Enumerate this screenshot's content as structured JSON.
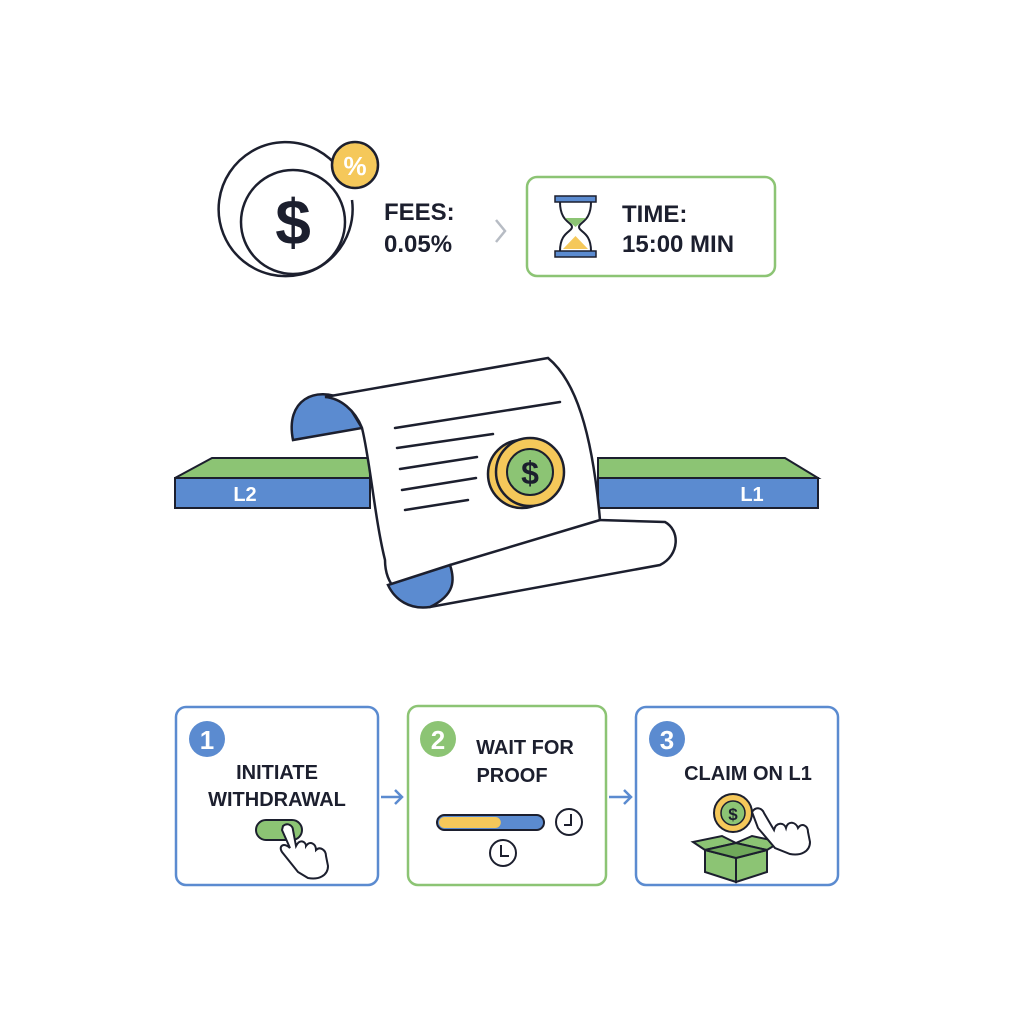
{
  "colors": {
    "blue": "#5b8bd0",
    "green": "#8cc474",
    "yellow": "#f5c85a",
    "ink": "#1c1f2e",
    "grey": "#b7bcc4"
  },
  "fees": {
    "icon": "dollar-coin-icon",
    "badge_icon": "percent-icon",
    "badge_symbol": "%",
    "coin_symbol": "$",
    "label": "FEES:",
    "value": "0.05%"
  },
  "time": {
    "icon": "hourglass-icon",
    "label": "TIME:",
    "value": "15:00 MIN"
  },
  "bridge": {
    "left_label": "L2",
    "right_label": "L1",
    "document_icon": "receipt-scroll-icon",
    "coin_symbol": "$"
  },
  "steps": [
    {
      "number": "1",
      "line1": "INITIATE",
      "line2": "WITHDRAWAL",
      "icon": "hand-pressing-button-icon"
    },
    {
      "number": "2",
      "line1": "WAIT FOR",
      "line2": "PROOF",
      "icon": "progress-bar-clock-icon",
      "progress": 0.6
    },
    {
      "number": "3",
      "line1": "CLAIM ON L1",
      "line2": "",
      "icon": "coin-box-hand-icon",
      "coin_symbol": "$"
    }
  ]
}
